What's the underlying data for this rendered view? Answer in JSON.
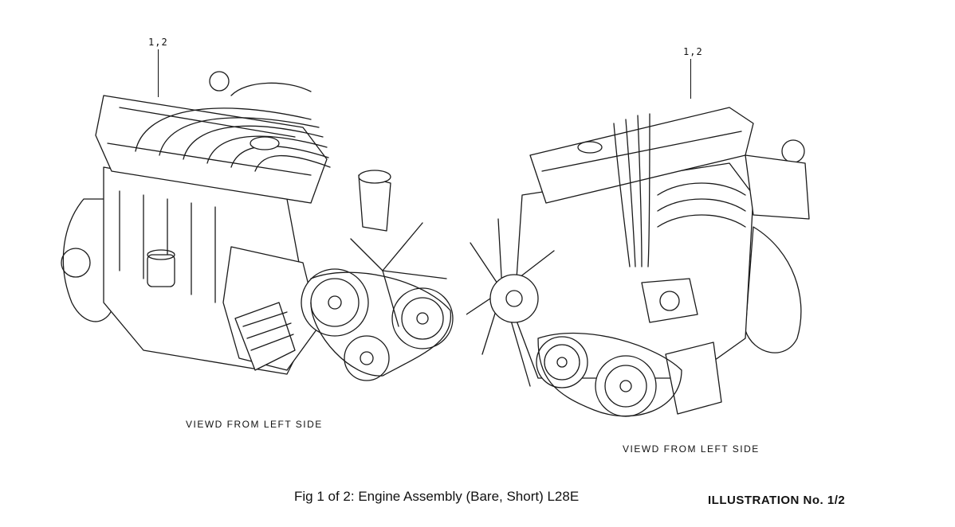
{
  "left_view": {
    "ref_label": "1,2",
    "caption": "VIEWD FROM LEFT SIDE"
  },
  "right_view": {
    "ref_label": "1,2",
    "caption": "VIEWD FROM LEFT SIDE"
  },
  "figure_caption": "Fig 1 of 2: Engine Assembly (Bare, Short) L28E",
  "illustration_number": "ILLUSTRATION No. 1/2"
}
